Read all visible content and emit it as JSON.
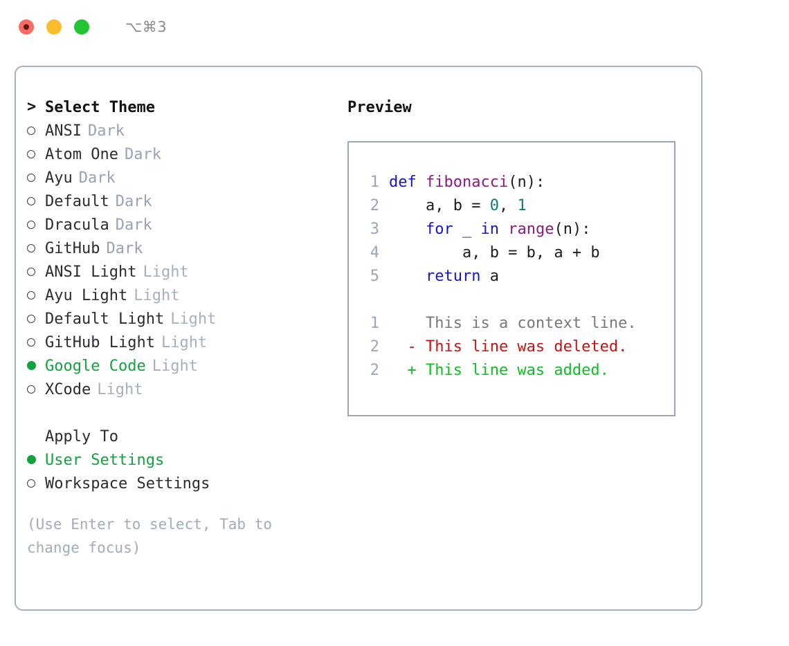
{
  "titlebar": {
    "shortcut": "⌥⌘3",
    "buttons": [
      {
        "name": "close",
        "color": "#fb6a63"
      },
      {
        "name": "minimize",
        "color": "#fbbd2e"
      },
      {
        "name": "maximize",
        "color": "#23c431"
      }
    ]
  },
  "theme_picker": {
    "heading": "Select Theme",
    "caret": ">",
    "items": [
      {
        "label": "ANSI",
        "variant": "Dark",
        "selected": false
      },
      {
        "label": "Atom One",
        "variant": "Dark",
        "selected": false
      },
      {
        "label": "Ayu",
        "variant": "Dark",
        "selected": false
      },
      {
        "label": "Default",
        "variant": "Dark",
        "selected": false
      },
      {
        "label": "Dracula",
        "variant": "Dark",
        "selected": false
      },
      {
        "label": "GitHub",
        "variant": "Dark",
        "selected": false
      },
      {
        "label": "ANSI Light",
        "variant": "Light",
        "selected": false
      },
      {
        "label": "Ayu Light",
        "variant": "Light",
        "selected": false
      },
      {
        "label": "Default Light",
        "variant": "Light",
        "selected": false
      },
      {
        "label": "GitHub Light",
        "variant": "Light",
        "selected": false
      },
      {
        "label": "Google Code",
        "variant": "Light",
        "selected": true
      },
      {
        "label": "XCode",
        "variant": "Light",
        "selected": false
      }
    ]
  },
  "apply_to": {
    "heading": "Apply To",
    "options": [
      {
        "label": "User Settings",
        "selected": true
      },
      {
        "label": "Workspace Settings",
        "selected": false
      }
    ]
  },
  "hint": "(Use Enter to select, Tab to change focus)",
  "preview": {
    "title": "Preview",
    "code_lines": [
      {
        "num": "1",
        "tokens": [
          {
            "t": "def ",
            "c": "kw"
          },
          {
            "t": "fibonacci",
            "c": "fn"
          },
          {
            "t": "(n):",
            "c": "pl"
          }
        ]
      },
      {
        "num": "2",
        "tokens": [
          {
            "t": "    a, b = ",
            "c": "pl"
          },
          {
            "t": "0",
            "c": "num"
          },
          {
            "t": ", ",
            "c": "pl"
          },
          {
            "t": "1",
            "c": "num"
          }
        ]
      },
      {
        "num": "3",
        "tokens": [
          {
            "t": "    ",
            "c": "pl"
          },
          {
            "t": "for",
            "c": "kw"
          },
          {
            "t": " _ ",
            "c": "pl"
          },
          {
            "t": "in",
            "c": "kw"
          },
          {
            "t": " ",
            "c": "pl"
          },
          {
            "t": "range",
            "c": "fn"
          },
          {
            "t": "(n):",
            "c": "pl"
          }
        ]
      },
      {
        "num": "4",
        "tokens": [
          {
            "t": "        a, b = b, a + b",
            "c": "pl"
          }
        ]
      },
      {
        "num": "5",
        "tokens": [
          {
            "t": "    ",
            "c": "pl"
          },
          {
            "t": "return",
            "c": "kw"
          },
          {
            "t": " a",
            "c": "pl"
          }
        ]
      }
    ],
    "diff_lines": [
      {
        "num": "1",
        "sign": " ",
        "text": "This is a context line.",
        "kind": "ctx"
      },
      {
        "num": "2",
        "sign": "-",
        "text": "This line was deleted.",
        "kind": "del"
      },
      {
        "num": "2",
        "sign": "+",
        "text": "This line was added.",
        "kind": "add"
      }
    ]
  },
  "colors": {
    "accent_green": "#12a23e",
    "keyword_blue": "#1515c7",
    "function_purple": "#8a1a82",
    "number_teal": "#0b7c7c",
    "diff_deleted": "#cc1111",
    "diff_added": "#0cc023",
    "muted_gray": "#98a2b3",
    "border": "#a7b0be"
  }
}
